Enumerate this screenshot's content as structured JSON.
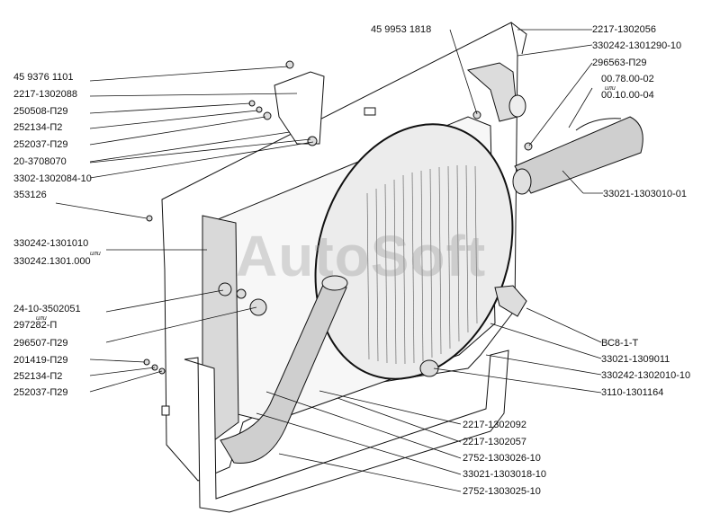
{
  "watermark": "AutoSoft",
  "labels_left": [
    "45 9376 1101",
    "2217-1302088",
    "250508-П29",
    "252134-П2",
    "252037-П29",
    "20-3708070",
    "3302-1302084-10",
    "353126",
    "330242-1301010",
    "или",
    "330242.1301.000",
    "24-10-3502051",
    "или",
    "297282-П",
    "296507-П29",
    "201419-П29",
    "252134-П2",
    "252037-П29"
  ],
  "labels_right": [
    "45 9953 1818",
    "2217-1302056",
    "330242-1301290-10",
    "296563-П29",
    "00.78.00-02",
    "или",
    "00.10.00-04",
    "33021-1303010-01",
    "ВС8-1-Т",
    "33021-1309011",
    "330242-1302010-10",
    "3110-1301164"
  ],
  "labels_bottom": [
    "2217-1302092",
    "2217-1302057",
    "2752-1303026-10",
    "33021-1303018-10",
    "2752-1303025-10"
  ]
}
